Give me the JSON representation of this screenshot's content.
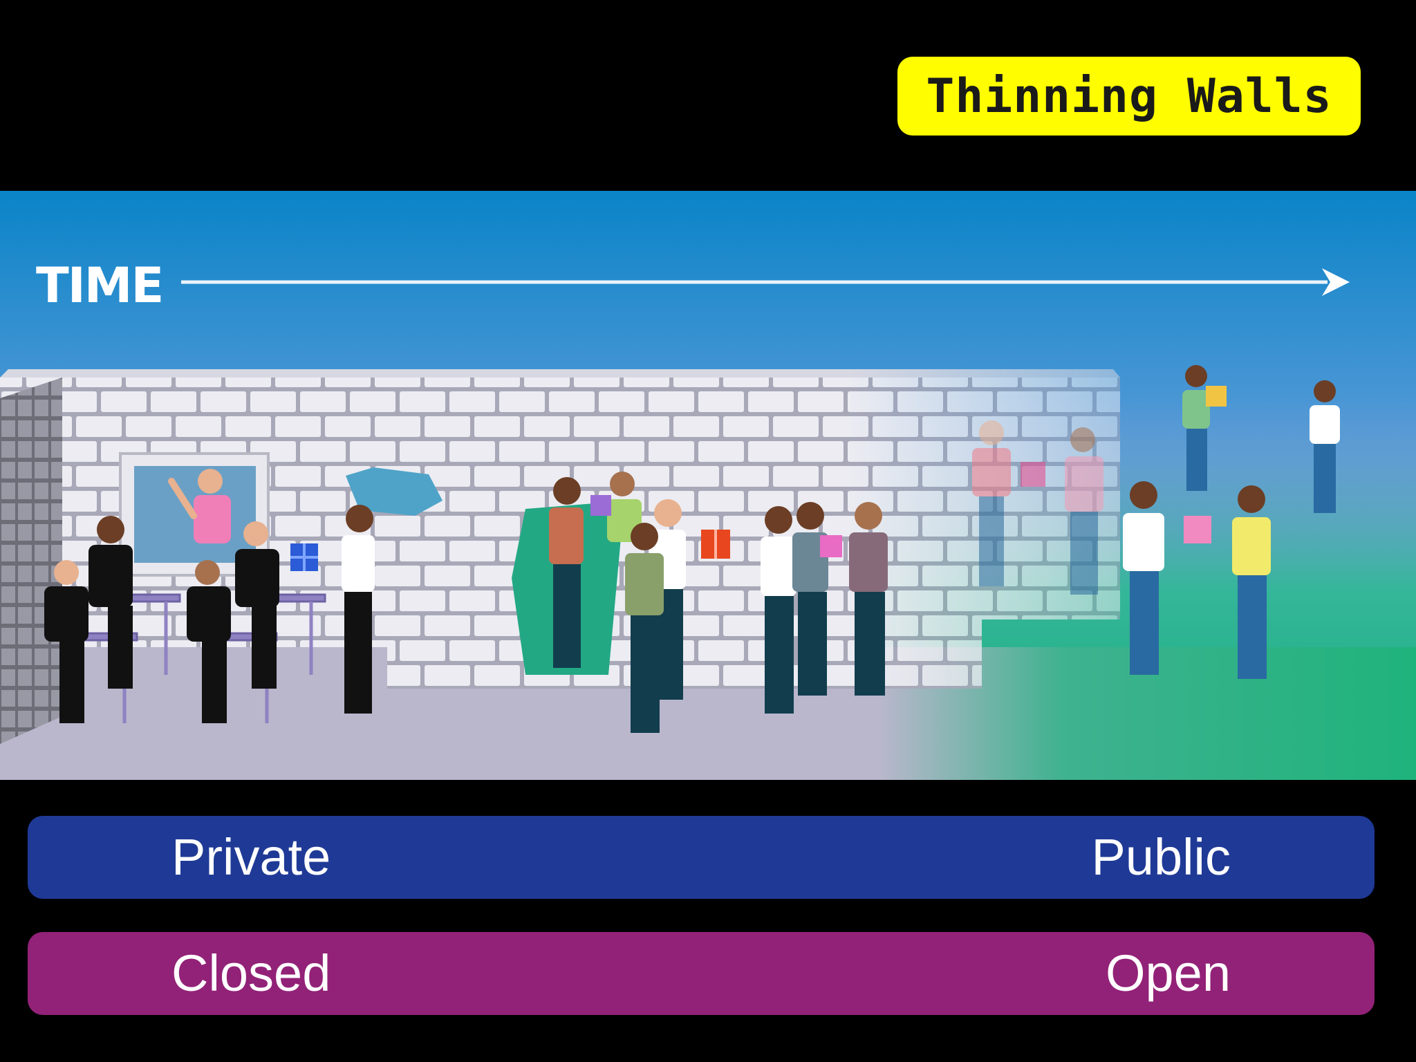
{
  "title": "Thinning Walls",
  "scene": {
    "time_label": "TIME",
    "sky_top_color": "#0a84c8",
    "floor_color": "#bab7cc",
    "grass_color": "#1fb37c"
  },
  "bars": [
    {
      "left_label": "Private",
      "right_label": "Public",
      "color": "#1f3a96"
    },
    {
      "left_label": "Closed",
      "right_label": "Open",
      "color": "#922277"
    }
  ]
}
